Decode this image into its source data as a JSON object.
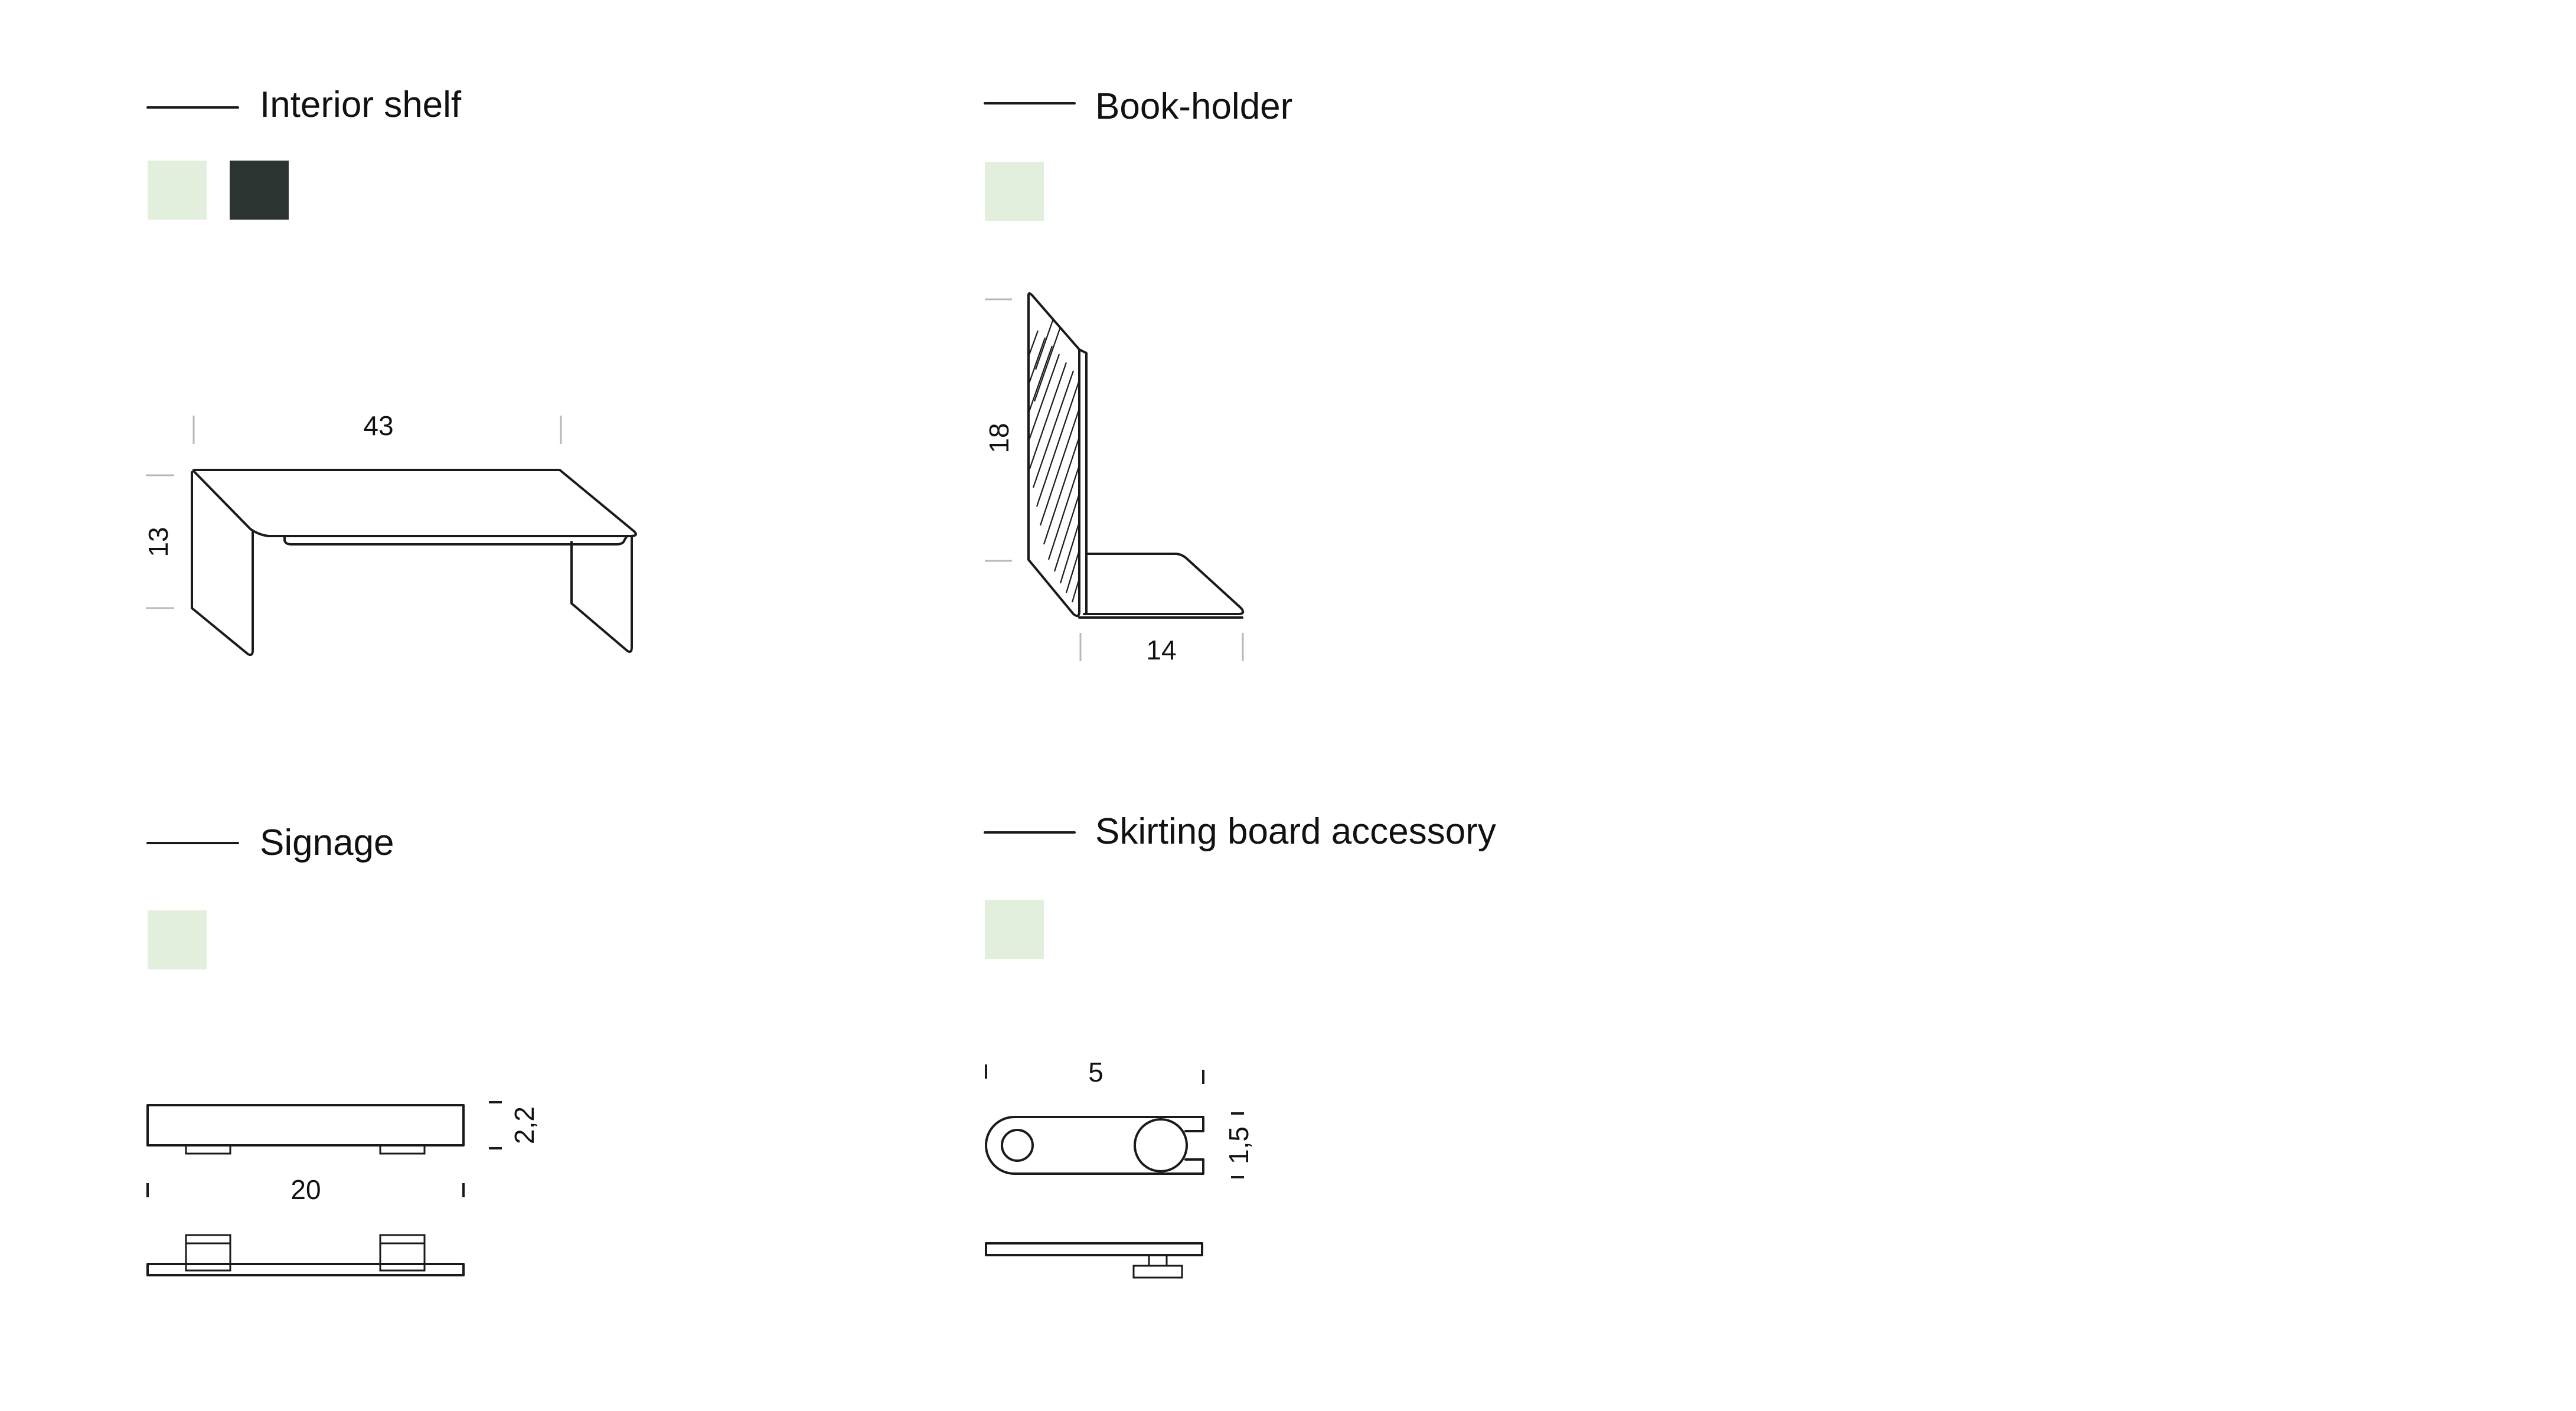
{
  "colors": {
    "swatch_mint": "#e2efdc",
    "swatch_dark": "#2c3432",
    "ink": "#1a1a1a"
  },
  "sections": {
    "interior_shelf": {
      "title": "Interior shelf",
      "swatches": [
        "#e2efdc",
        "#2c3432"
      ],
      "dims": {
        "width": "43",
        "height": "13"
      }
    },
    "book_holder": {
      "title": "Book-holder",
      "swatches": [
        "#e2efdc"
      ],
      "dims": {
        "height": "18",
        "depth": "14"
      }
    },
    "signage": {
      "title": "Signage",
      "swatches": [
        "#e2efdc"
      ],
      "dims": {
        "width": "20",
        "height": "2,2"
      }
    },
    "skirting_board": {
      "title": "Skirting board accessory",
      "swatches": [
        "#e2efdc"
      ],
      "dims": {
        "width": "5",
        "height": "1,5"
      }
    }
  }
}
